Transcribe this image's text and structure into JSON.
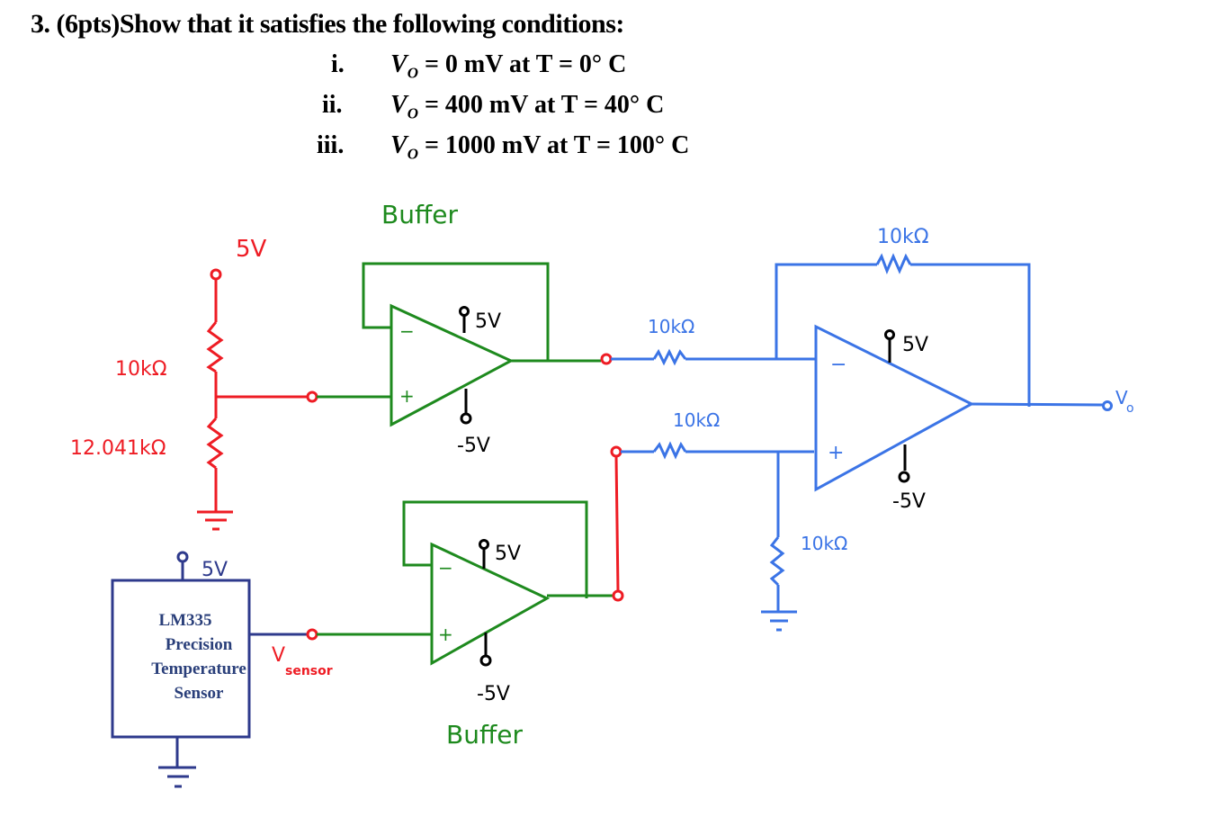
{
  "question": {
    "title": "3.  (6pts)Show that it satisfies the following conditions:",
    "conditions": [
      {
        "num": "i.",
        "vo": "V",
        "sub": "O",
        "value": "= 0 mV at T = 0° C"
      },
      {
        "num": "ii.",
        "vo": "V",
        "sub": "O",
        "value": "= 400 mV at T = 40° C"
      },
      {
        "num": "iii.",
        "vo": "V",
        "sub": "O",
        "value": "= 1000 mV at T = 100° C"
      }
    ]
  },
  "circuit": {
    "colors": {
      "divider": "#ee1c24",
      "buffer": "#1e8a1e",
      "diffamp": "#3b74e6",
      "sensor": "#2e3a8c",
      "supply": "#000000"
    },
    "divider": {
      "supply_label": "5V",
      "r_top_label": "10kΩ",
      "r_bottom_label": "12.041kΩ"
    },
    "buffer_top": {
      "label": "Buffer",
      "vplus": "5V",
      "vminus": "-5V",
      "minus_sign": "−",
      "plus_sign": "+"
    },
    "buffer_bottom": {
      "label": "Buffer",
      "vplus": "5V",
      "vminus": "-5V",
      "minus_sign": "−",
      "plus_sign": "+"
    },
    "sensor": {
      "supply_label": "5V",
      "lines": [
        "LM335",
        "Precision",
        "Temperature",
        "Sensor"
      ],
      "output_label": "V",
      "output_sub": "sensor"
    },
    "diff_amp": {
      "r_feedback_label": "10kΩ",
      "r_in_minus_label": "10kΩ",
      "r_in_plus_label": "10kΩ",
      "r_ground_label": "10kΩ",
      "vplus": "5V",
      "vminus": "-5V",
      "minus_sign": "−",
      "plus_sign": "+",
      "output_label": "V",
      "output_sub": "o"
    }
  }
}
